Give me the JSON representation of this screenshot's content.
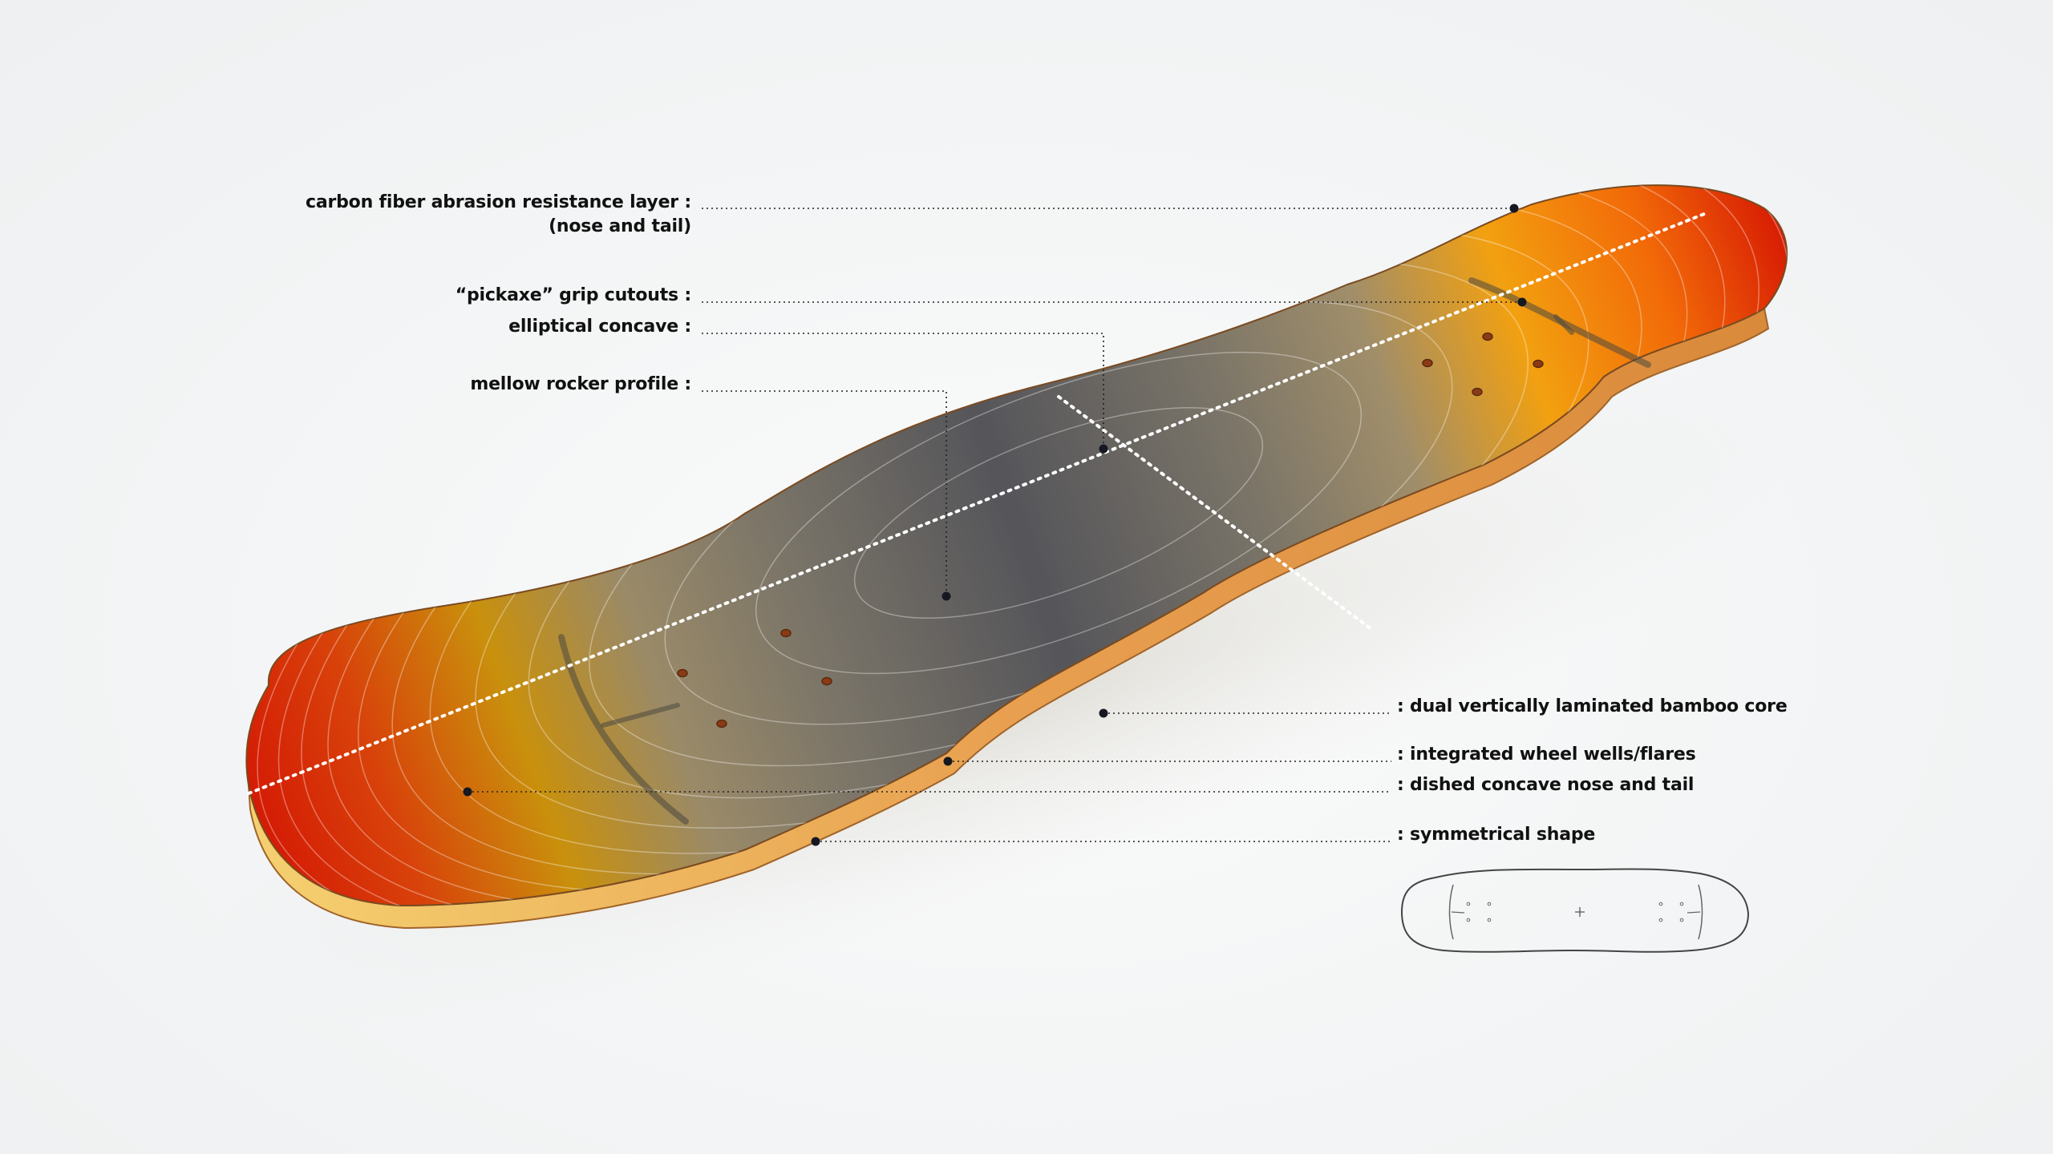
{
  "diagram": {
    "subject": "skateboard deck",
    "colors": {
      "background": "#f2f4f5",
      "nose_tail_red": "#d41a05",
      "nose_tail_orange": "#f2960a",
      "deck_grey": "#57575a",
      "deck_tan": "#9a8a68",
      "bamboo_edge": "#e8a050",
      "leader_line": "#222222",
      "center_line": "#ffffff",
      "label_text": "#111111"
    }
  },
  "labels_left": [
    {
      "id": "carbon-fiber",
      "text": "carbon fiber abrasion resistance layer :",
      "sub": "(nose and tail)"
    },
    {
      "id": "pickaxe",
      "text": "“pickaxe” grip cutouts :"
    },
    {
      "id": "elliptical",
      "text": "elliptical concave :"
    },
    {
      "id": "rocker",
      "text": "mellow rocker profile :"
    }
  ],
  "labels_right": [
    {
      "id": "bamboo",
      "text": ": dual vertically laminated bamboo core"
    },
    {
      "id": "wheel-wells",
      "text": ": integrated wheel wells/flares"
    },
    {
      "id": "dished",
      "text": ": dished concave nose and tail"
    },
    {
      "id": "symmetrical",
      "text": ": symmetrical shape"
    }
  ],
  "inset": {
    "name": "symmetrical-shape-outline",
    "truck_holes_per_side": 4,
    "center_mark": "+"
  }
}
